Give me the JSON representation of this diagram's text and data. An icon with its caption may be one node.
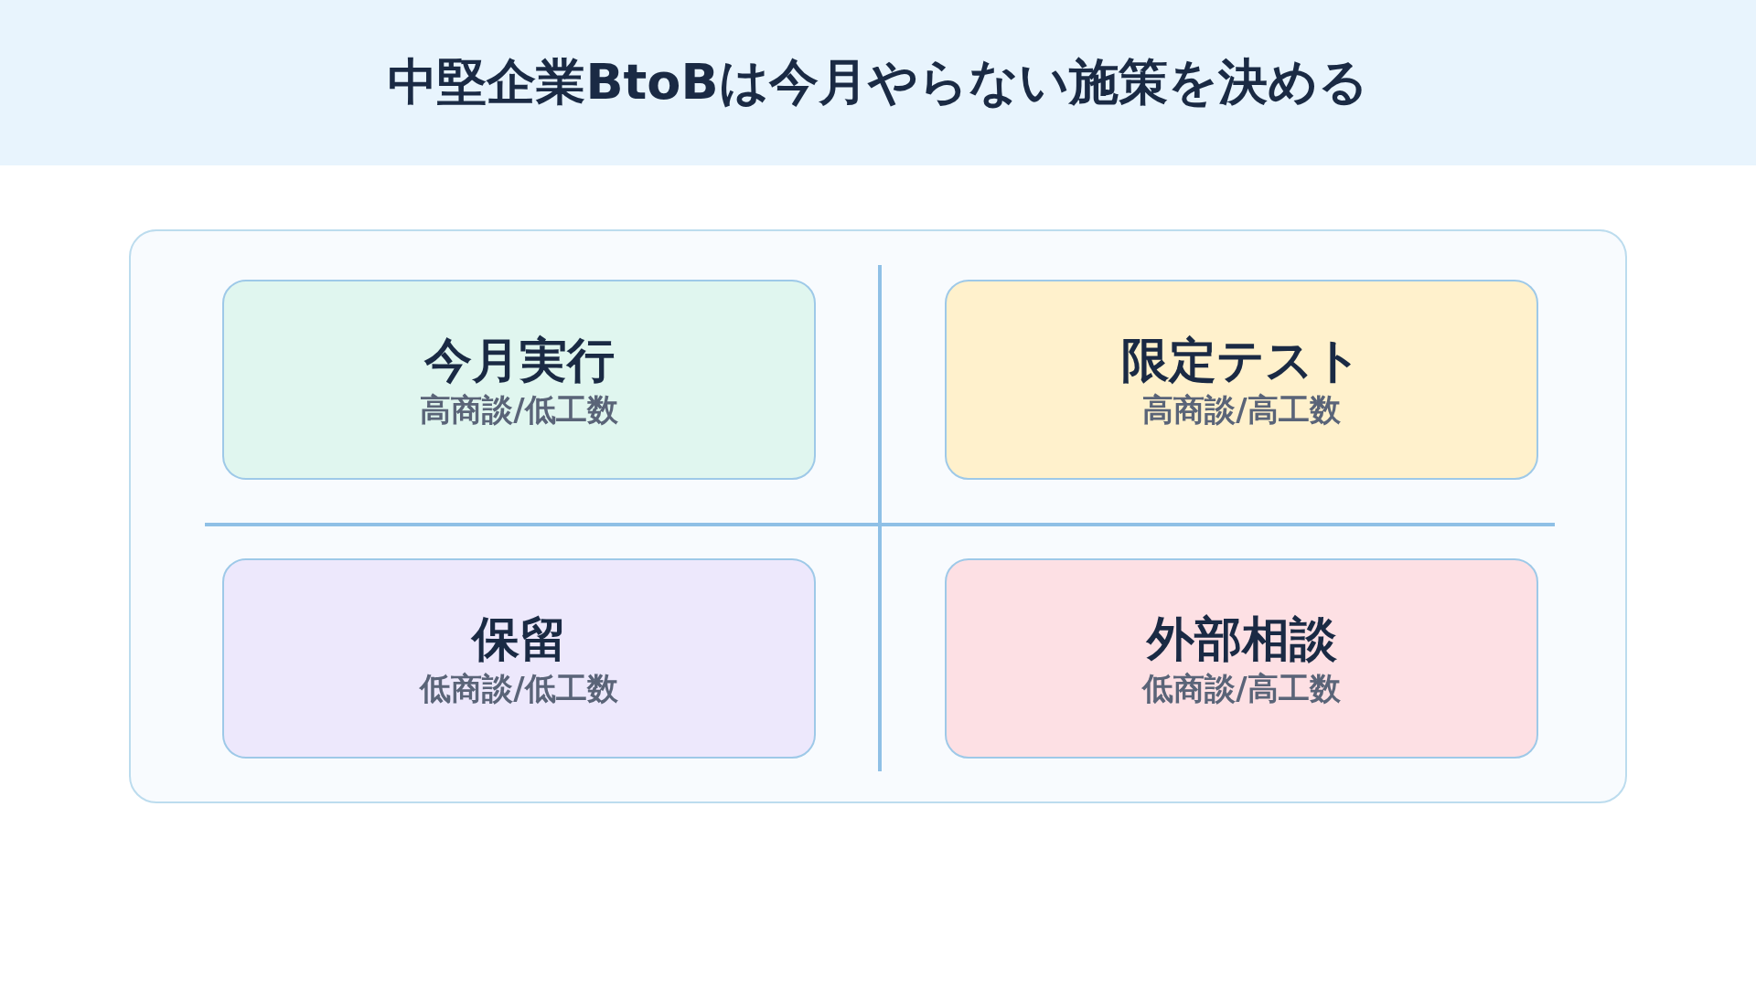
{
  "diagram": {
    "title": "中堅企業BtoBは今月やらない施策を決める",
    "nodes": [
      {
        "text": [
          "今月実行",
          "高商談/低工数"
        ]
      },
      {
        "text": [
          "限定テスト",
          "高商談/高工数"
        ]
      },
      {
        "text": [
          "保留",
          "低商談/低工数"
        ]
      },
      {
        "text": [
          "外部相談",
          "低商談/高工数"
        ]
      }
    ]
  }
}
